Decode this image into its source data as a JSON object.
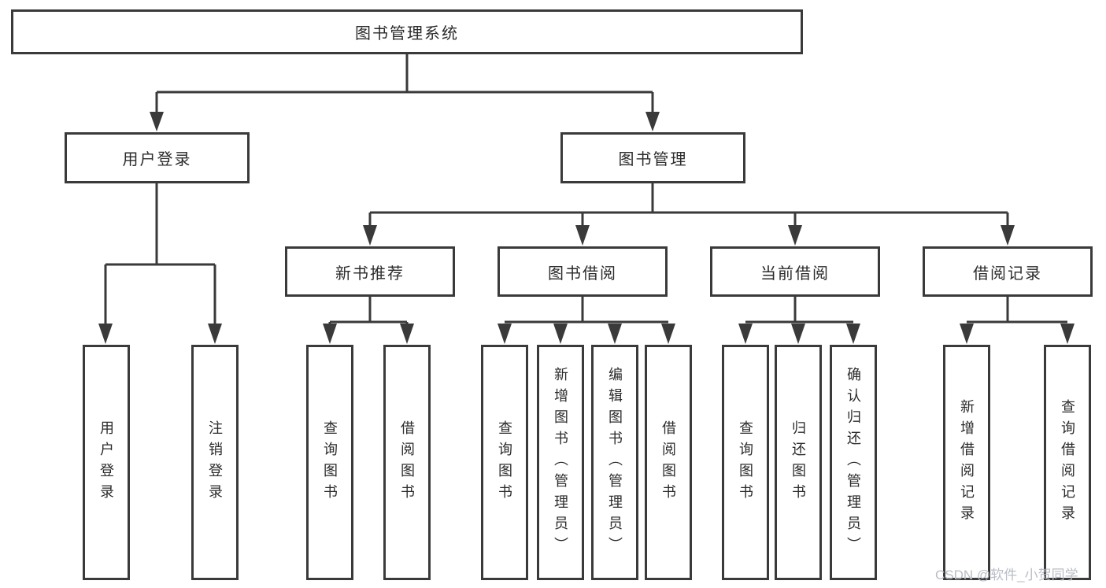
{
  "diagram_type": "tree",
  "tree": {
    "label": "图书管理系统",
    "children": [
      {
        "label": "用户登录",
        "children": [
          {
            "label": "用户登录"
          },
          {
            "label": "注销登录"
          }
        ]
      },
      {
        "label": "图书管理",
        "children": [
          {
            "label": "新书推荐",
            "children": [
              {
                "label": "查询图书"
              },
              {
                "label": "借阅图书"
              }
            ]
          },
          {
            "label": "图书借阅",
            "children": [
              {
                "label": "查询图书"
              },
              {
                "label": "新增图书（管理员）"
              },
              {
                "label": "编辑图书（管理员）"
              },
              {
                "label": "借阅图书"
              }
            ]
          },
          {
            "label": "当前借阅",
            "children": [
              {
                "label": "查询图书"
              },
              {
                "label": "归还图书"
              },
              {
                "label": "确认归还（管理员）"
              }
            ]
          },
          {
            "label": "借阅记录",
            "children": [
              {
                "label": "新增借阅记录"
              },
              {
                "label": "查询借阅记录"
              }
            ]
          }
        ]
      }
    ]
  },
  "watermark": {
    "text": "CSDN @软件_小贺同学",
    "color": "#b9bdc5"
  },
  "colors": {
    "line": "#3a3a3a",
    "text": "#2b2b2b",
    "background": "#ffffff",
    "box_fill": "#ffffff"
  }
}
